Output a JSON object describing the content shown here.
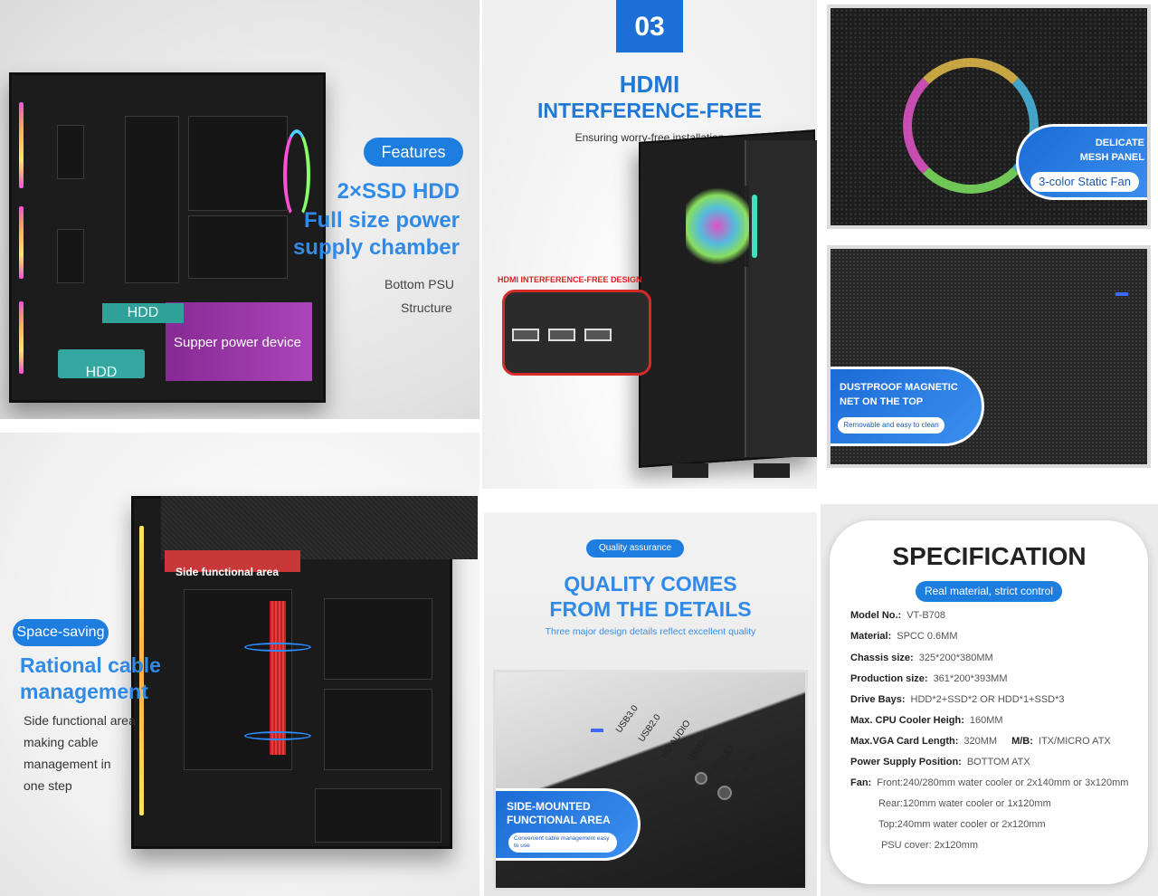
{
  "features": {
    "pill": "Features",
    "line1": "2×SSD HDD",
    "line2": "Full size power",
    "line3": "supply chamber",
    "note1": "Bottom PSU",
    "note2": "Structure",
    "hdd_label1": "HDD",
    "hdd_label2": "HDD",
    "psu_label": "Supper power device"
  },
  "hdmi": {
    "number": "03",
    "title1": "HDMI",
    "title2": "INTERFERENCE-FREE",
    "subtitle": "Ensuring worry-free installation",
    "callout_label": "HDMI INTERFERENCE-FREE DESIGN"
  },
  "mesh": {
    "title1": "DELICATE",
    "title2": "MESH PANEL",
    "pill": "3-color Static Fan"
  },
  "dust": {
    "title1": "DUSTPROOF MAGNETIC",
    "title2": "NET ON THE TOP",
    "pill": "Removable and easy to clean"
  },
  "space": {
    "pill": "Space-saving",
    "title1": "Rational cable",
    "title2": "management",
    "lines": [
      "Side functional area",
      "making cable",
      "management in",
      "one step"
    ],
    "side_label": "Side functional area"
  },
  "quality": {
    "pill": "Quality assurance",
    "title1": "QUALITY COMES",
    "title2": "FROM THE DETAILS",
    "subtitle": "Three major design details reflect excellent quality",
    "io_labels": [
      "USB3.0",
      "USB2.0",
      "HD AUDIO",
      "USB2.0",
      "RESET",
      "POWER"
    ],
    "card_title1": "SIDE-MOUNTED",
    "card_title2": "FUNCTIONAL AREA",
    "card_pill": "Convenient cable management easy to use"
  },
  "spec": {
    "title": "SPECIFICATION",
    "pill": "Real material, strict control",
    "rows": [
      {
        "label": "Model No.:",
        "value": "VT-B708"
      },
      {
        "label": "Material:",
        "value": "SPCC 0.6MM"
      },
      {
        "label": "Chassis size:",
        "value": "325*200*380MM"
      },
      {
        "label": "Production size:",
        "value": "361*200*393MM"
      },
      {
        "label": "Drive Bays:",
        "value": "HDD*2+SSD*2 OR HDD*1+SSD*3"
      },
      {
        "label": "Max. CPU Cooler Heigh:",
        "value": "160MM"
      },
      {
        "label": "Max.VGA Card Length:",
        "value": "320MM",
        "label2": "M/B:",
        "value2": "ITX/MICRO ATX"
      },
      {
        "label": "Power Supply Position:",
        "value": "BOTTOM ATX"
      },
      {
        "label": "Fan:",
        "value": "Front:240/280mm water cooler or 2x140mm or 3x120mm"
      }
    ],
    "fan_lines": [
      "Rear:120mm water cooler  or 1x120mm",
      "Top:240mm water cooler or 2x120mm",
      "PSU cover: 2x120mm"
    ]
  },
  "colors": {
    "accent": "#1e7ee0",
    "title_blue": "#2f8ae8",
    "psu_purple": "#a53db5",
    "hdd_teal": "#2fa198",
    "alert_red": "#d62b2b"
  }
}
